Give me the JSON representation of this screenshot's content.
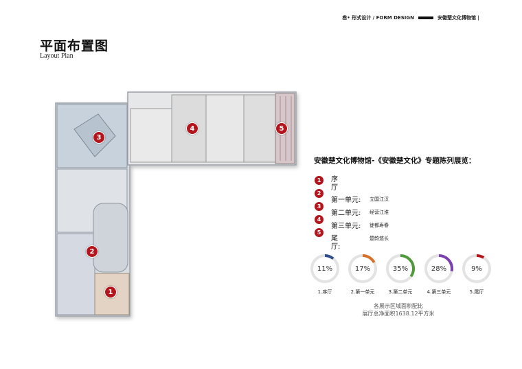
{
  "header": {
    "section": "叁• 形式设计 / FORM DESIGN",
    "museum": "安徽楚文化博物馆 |"
  },
  "title": "平面布置图",
  "subtitle": "Layout Plan",
  "plan": {
    "markers": [
      "1",
      "2",
      "3",
      "4",
      "5"
    ]
  },
  "exhibit_title": "安徽楚文化博物馆-《安徽楚文化》专题陈列展览：",
  "legend": [
    {
      "num": "1",
      "label_lines": [
        "序",
        "厅"
      ],
      "sub": ""
    },
    {
      "num": "2",
      "label_lines": [
        "第一单元:"
      ],
      "sub": "立国江汉"
    },
    {
      "num": "3",
      "label_lines": [
        "第二单元:"
      ],
      "sub": "经营江淮"
    },
    {
      "num": "4",
      "label_lines": [
        "第三单元:"
      ],
      "sub": "徙都寿春"
    },
    {
      "num": "5",
      "label_lines": [
        "尾",
        "厅:"
      ],
      "sub": "楚韵悠长"
    }
  ],
  "chart_data": {
    "type": "pie",
    "categories": [
      "1.序厅",
      "2.第一单元",
      "3.第二单元",
      "4.第三单元",
      "5.尾厅"
    ],
    "values": [
      11,
      17,
      35,
      28,
      9
    ],
    "labels": [
      "11%",
      "17%",
      "35%",
      "28%",
      "9%"
    ],
    "colors": [
      "#2f4f8f",
      "#d9702a",
      "#4f9a3a",
      "#7b3fb0",
      "#b4141c"
    ]
  },
  "area_note": {
    "line1": "各展示区域面积配比",
    "line2": "展厅总净面积1638.12平方米"
  }
}
